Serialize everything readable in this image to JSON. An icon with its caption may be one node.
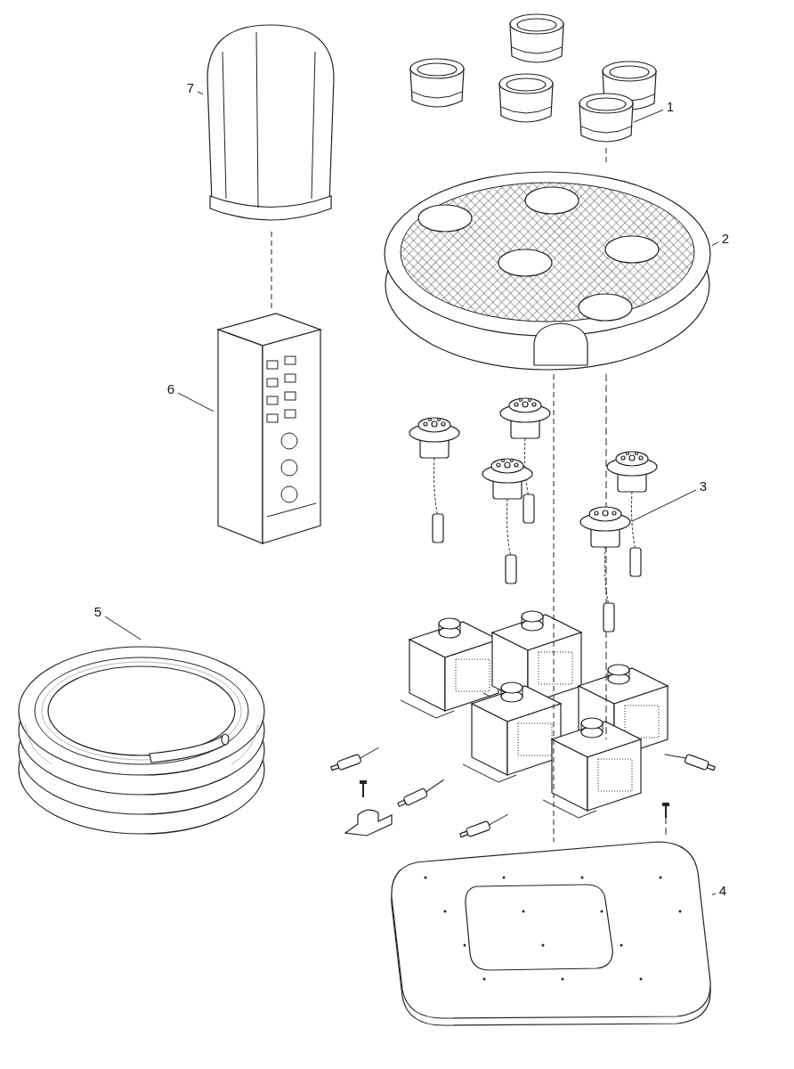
{
  "diagram": {
    "nodes": [
      {
        "text": [
          "7"
        ]
      },
      {
        "text": [
          "1"
        ]
      },
      {
        "text": [
          "2"
        ]
      },
      {
        "text": [
          "6"
        ]
      },
      {
        "text": [
          "3"
        ]
      },
      {
        "text": [
          "5"
        ]
      },
      {
        "text": [
          "4"
        ]
      },
      {
        "text": [],
        "shape": "picture"
      },
      {
        "text": [],
        "shape": "picture"
      },
      {
        "text": [],
        "shape": "picture"
      },
      {
        "text": [],
        "shape": "picture"
      },
      {
        "text": [],
        "shape": "picture"
      },
      {
        "text": [],
        "shape": "picture"
      },
      {
        "text": [],
        "shape": "picture"
      }
    ],
    "edges": [
      {
        "from": 0,
        "to": 7,
        "arrow": "none"
      },
      {
        "from": 1,
        "to": 8,
        "arrow": "none"
      },
      {
        "from": 2,
        "to": 9,
        "arrow": "none"
      },
      {
        "from": 3,
        "to": 10,
        "arrow": "none"
      },
      {
        "from": 4,
        "to": 11,
        "arrow": "none"
      },
      {
        "from": 5,
        "to": 12,
        "arrow": "none"
      },
      {
        "from": 6,
        "to": 13,
        "arrow": "none"
      },
      {
        "from": 7,
        "to": 10,
        "arrow": "none",
        "style": "dashed"
      },
      {
        "from": 8,
        "to": 9,
        "arrow": "none",
        "style": "dashed"
      },
      {
        "from": 9,
        "to": 13,
        "arrow": "none",
        "style": "dashed"
      }
    ]
  }
}
